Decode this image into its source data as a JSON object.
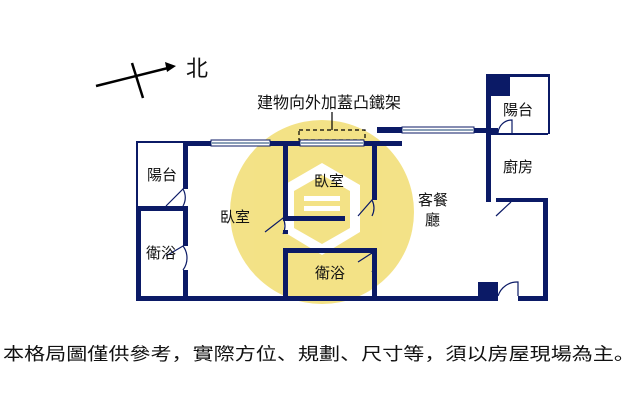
{
  "north_label": "北",
  "annotation": "建物向外加蓋凸鐵架",
  "rooms": {
    "balcony_left": "陽台",
    "bath_left": "衛浴",
    "bedroom_left": "臥室",
    "bedroom_center": "臥室",
    "bath_center": "衛浴",
    "living_dining_line1": "客餐",
    "living_dining_line2": "廳",
    "kitchen": "廚房",
    "balcony_right": "陽台"
  },
  "disclaimer": "本格局圖僅供參考，實際方位、規劃、尺寸等，須以房屋現場為主。",
  "colors": {
    "wall": "#0b1a66",
    "watermark": "#f2df7a",
    "window": "#8aa0b8"
  }
}
